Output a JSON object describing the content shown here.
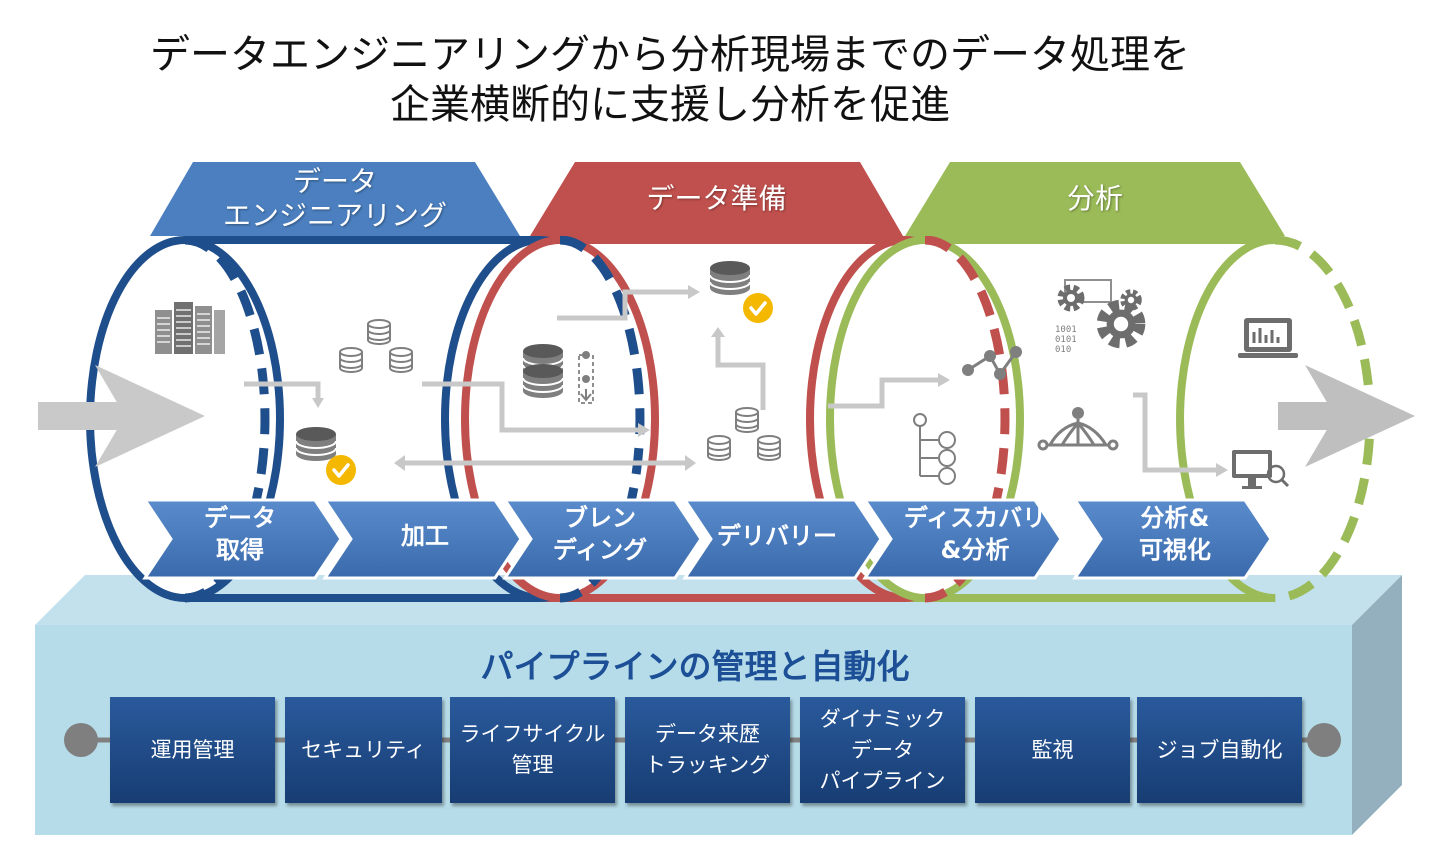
{
  "title": {
    "line1": "データエンジニアリングから分析現場までのデータ処理を",
    "line2": "企業横断的に支援し分析を促進"
  },
  "stages": [
    {
      "label": "データ\nエンジニアリング",
      "color": "#4b7fbf"
    },
    {
      "label": "データ準備",
      "color": "#c0504d"
    },
    {
      "label": "分析",
      "color": "#9bbb59"
    }
  ],
  "steps": [
    {
      "label": "データ\n取得"
    },
    {
      "label": "加工"
    },
    {
      "label": "ブレン\nディング"
    },
    {
      "label": "デリバリー"
    },
    {
      "label": "ディスカバリ\n&分析"
    },
    {
      "label": "分析&\n可視化"
    }
  ],
  "pipeline": {
    "title": "パイプラインの管理と自動化",
    "items": [
      {
        "label": "運用管理"
      },
      {
        "label": "セキュリティ"
      },
      {
        "label": "ライフサイクル\n管理"
      },
      {
        "label": "データ来歴\nトラッキング"
      },
      {
        "label": "ダイナミック\nデータ\nパイプライン"
      },
      {
        "label": "監視"
      },
      {
        "label": "ジョブ自動化"
      }
    ]
  },
  "icons": [
    "server-rack-icon",
    "database-icon",
    "database-check-icon",
    "database-cluster-icon",
    "data-blend-icon",
    "network-nodes-icon",
    "hierarchy-list-icon",
    "gears-binary-icon",
    "distribution-tree-icon",
    "laptop-chart-icon",
    "monitor-search-icon",
    "arrow-in-icon",
    "arrow-out-icon"
  ]
}
